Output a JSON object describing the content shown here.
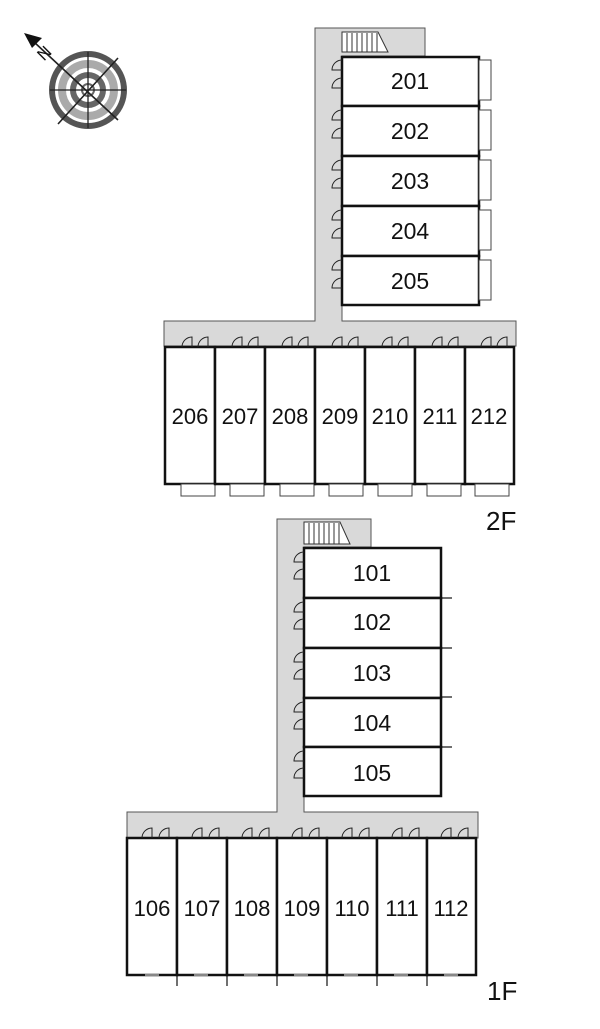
{
  "floors": [
    {
      "label": "2F",
      "units_vertical": [
        "201",
        "202",
        "203",
        "204",
        "205"
      ],
      "units_horizontal": [
        "206",
        "207",
        "208",
        "209",
        "210",
        "211",
        "212"
      ]
    },
    {
      "label": "1F",
      "units_vertical": [
        "101",
        "102",
        "103",
        "104",
        "105"
      ],
      "units_horizontal": [
        "106",
        "107",
        "108",
        "109",
        "110",
        "111",
        "112"
      ]
    }
  ],
  "compass": {
    "north_letter": "N",
    "icon": "compass-icon"
  },
  "colors": {
    "corridor": "#d9d9d9",
    "wall": "#111111",
    "background": "#ffffff"
  }
}
